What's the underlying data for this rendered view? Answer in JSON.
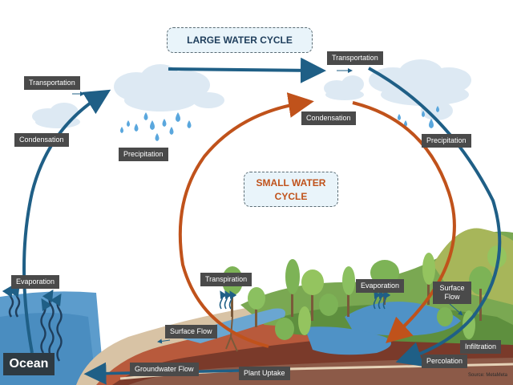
{
  "titles": {
    "large": "LARGE WATER CYCLE",
    "small_line1": "SMALL WATER",
    "small_line2": "CYCLE"
  },
  "labels": {
    "transportation_left": "Transportation",
    "transportation_right": "Transportation",
    "condensation_left": "Condensation",
    "condensation_right": "Condensation",
    "precipitation_left": "Precipitation",
    "precipitation_right": "Precipitation",
    "evaporation_ocean": "Evaporation",
    "evaporation_lake": "Evaporation",
    "transpiration": "Transpiration",
    "surface_flow_left": "Surface Flow",
    "surface_flow_right_line1": "Surface",
    "surface_flow_right_line2": "Flow",
    "infiltration": "Infiltration",
    "percolation": "Percolation",
    "groundwater_flow": "Groundwater Flow",
    "plant_uptake": "Plant Uptake",
    "ocean": "Ocean"
  },
  "source": "Source: MetaMeta",
  "colors": {
    "large_cycle_arrow": "#1f5f86",
    "small_cycle_arrow": "#c0521b",
    "ocean": "#4a90c4",
    "water_drop": "#5aa7dd",
    "label_background": "#4a4a4a"
  }
}
